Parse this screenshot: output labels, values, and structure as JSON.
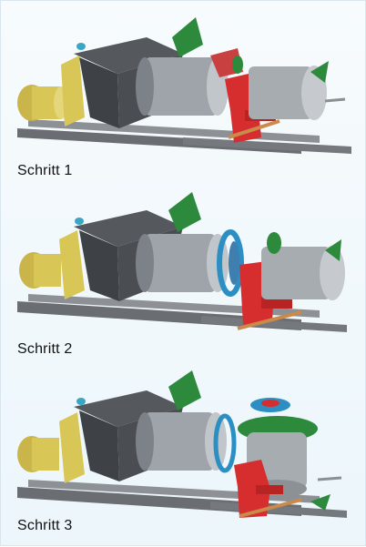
{
  "steps": [
    {
      "label": "Schritt 1",
      "stage": "closed"
    },
    {
      "label": "Schritt 2",
      "stage": "opening"
    },
    {
      "label": "Schritt 3",
      "stage": "open"
    }
  ],
  "colors": {
    "background": "#eef7fb",
    "frame": "#6f7378",
    "hopper": "#4a4d52",
    "motor": "#d8c657",
    "cylinder": "#9ea4aa",
    "red_parts": "#d62e2e",
    "green_parts": "#2d8a3d",
    "blue_parts": "#2c8fc4"
  }
}
